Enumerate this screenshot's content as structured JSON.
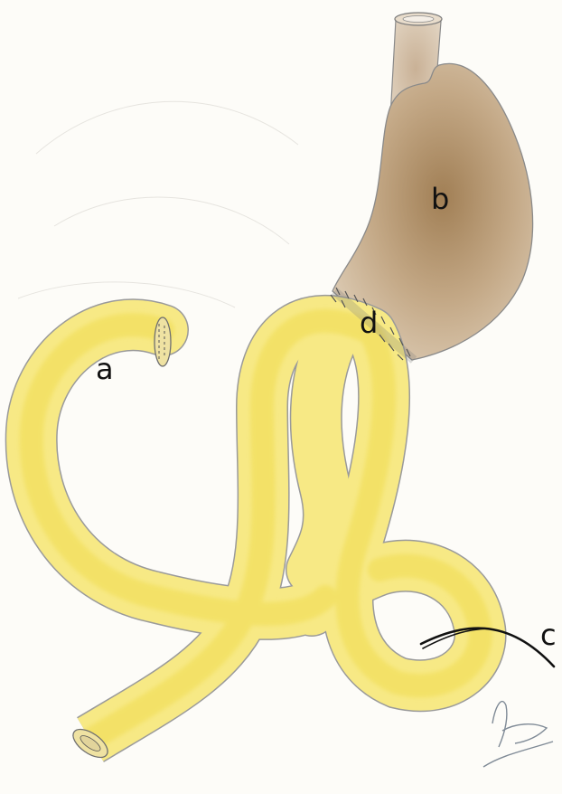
{
  "diagram": {
    "labels": {
      "a": "a",
      "b": "b",
      "c": "c",
      "d": "d"
    },
    "colors": {
      "stomach_fill": "#b99a73",
      "stomach_core": "#a17f55",
      "intestine_fill": "#f7e985",
      "intestine_core": "#f0dc4f",
      "outline": "#8a8a8a",
      "wire": "#111111",
      "background": "#fdfcf8"
    }
  }
}
